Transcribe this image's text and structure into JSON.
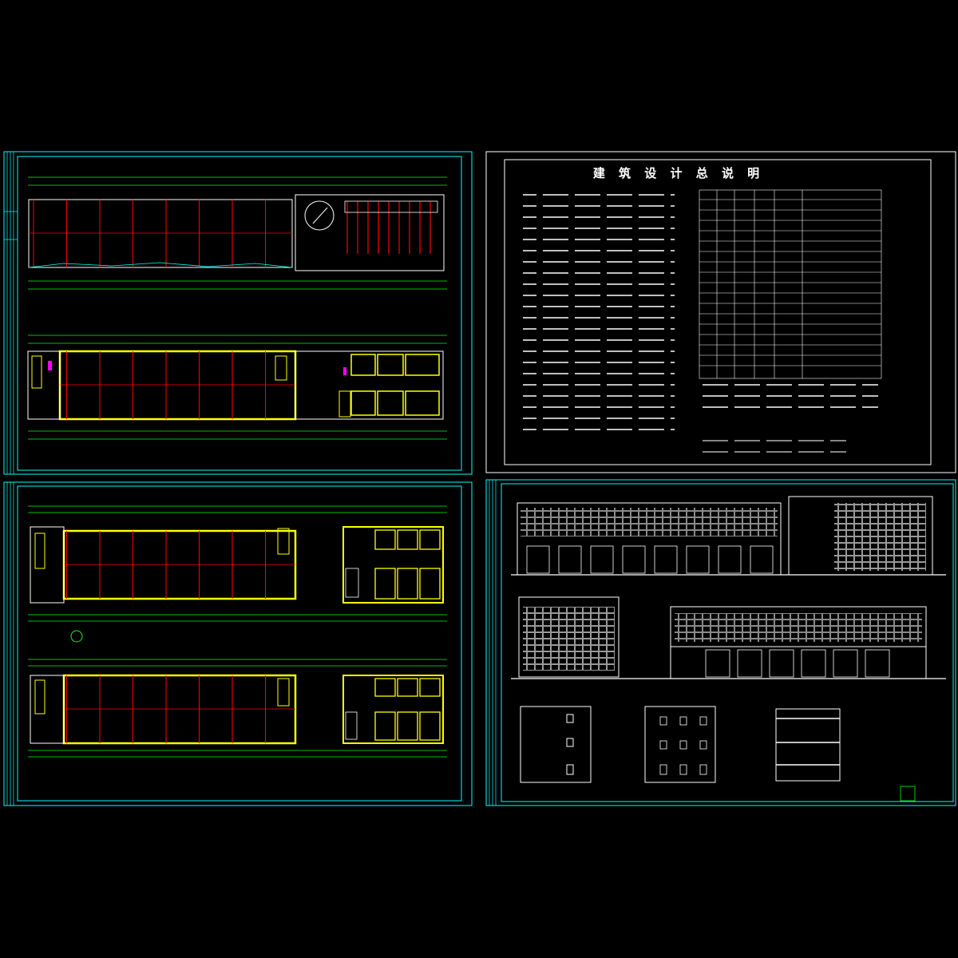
{
  "sheet": {
    "title": "建 筑 设 计 总 说 明"
  },
  "colors": {
    "background": "#000000",
    "frame": "#00ffff",
    "wall": "#ffff00",
    "grid": "#ff0000",
    "dimension": "#00ff00",
    "text": "#ffffff"
  },
  "sheets": [
    "roof-and-ground-plan",
    "design-notes",
    "upper-floor-plans",
    "elevations-and-section"
  ]
}
